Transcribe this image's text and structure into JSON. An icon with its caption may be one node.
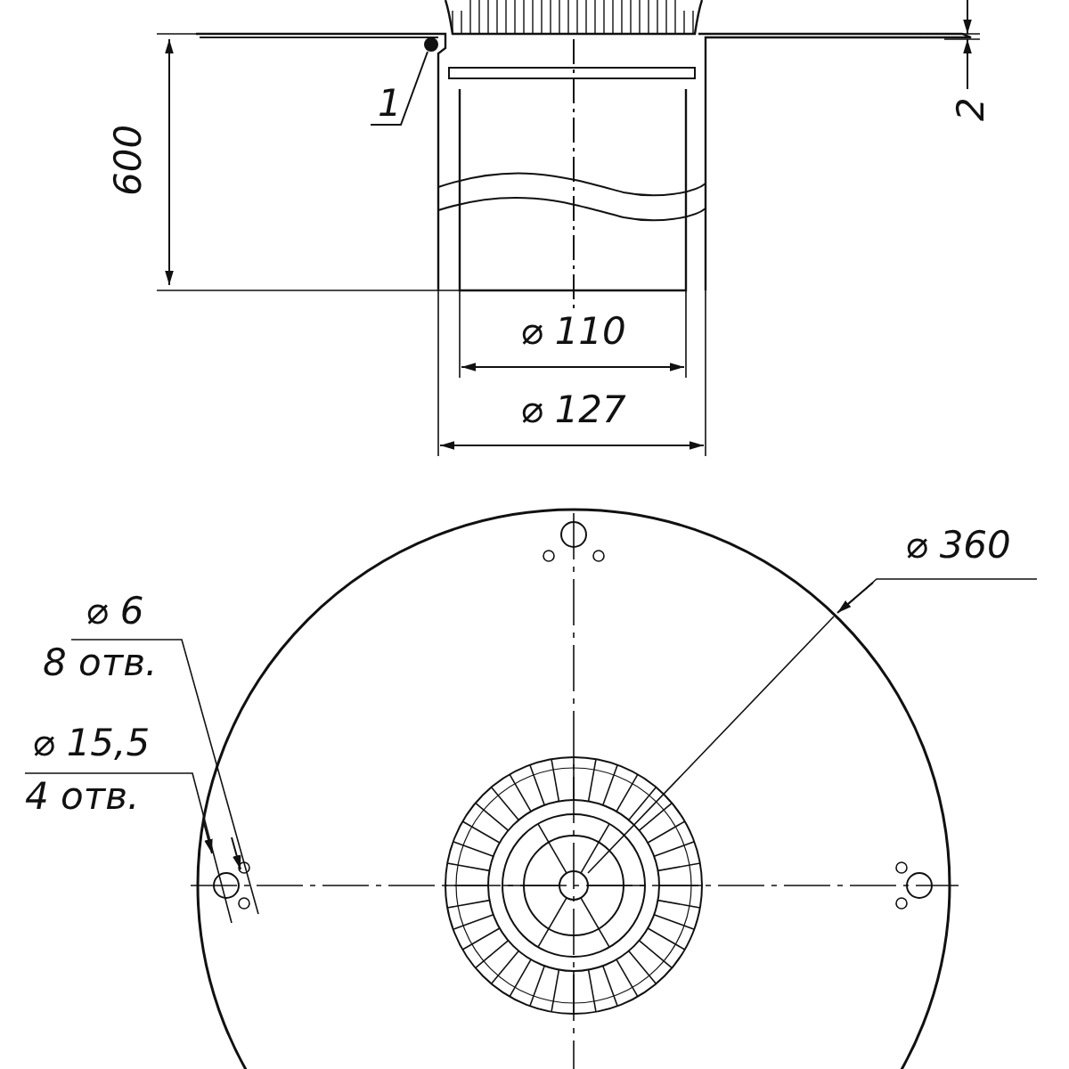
{
  "diagram": {
    "nodes": [
      {
        "text": [
          "1"
        ]
      },
      {
        "text": [],
        "shape": "circle"
      }
    ],
    "edges": [
      {
        "from": 0,
        "to": 1,
        "arrow": "none"
      }
    ],
    "labels": [
      "600",
      "2",
      "⌀ 110",
      "⌀ 127",
      "⌀ 360",
      "⌀ 6",
      "8 отв.",
      "⌀ 15,5",
      "4 отв."
    ]
  }
}
